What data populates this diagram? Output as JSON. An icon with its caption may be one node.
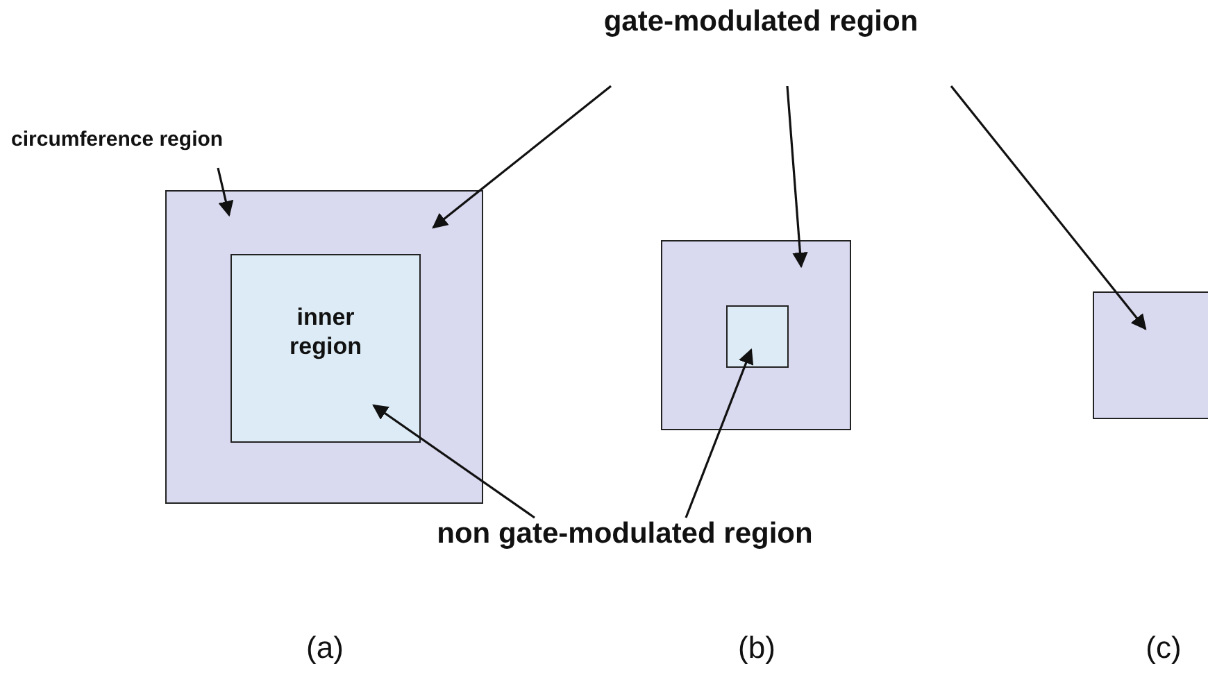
{
  "diagram": {
    "nodes": [
      {
        "text": [
          "gate-modulated region"
        ]
      },
      {
        "text": [
          "circumference region"
        ]
      },
      {
        "text": [],
        "shape": "box"
      },
      {
        "text": [
          "inner region"
        ],
        "in": 2
      },
      {
        "text": [],
        "shape": "box"
      },
      {
        "text": [],
        "shape": "box",
        "in": 4
      },
      {
        "text": [],
        "shape": "box"
      },
      {
        "text": [
          "non gate-modulated region"
        ]
      }
    ],
    "edges": [
      {
        "from": 0,
        "to": 2,
        "arrow": "to"
      },
      {
        "from": 0,
        "to": 4,
        "arrow": "to"
      },
      {
        "from": 0,
        "to": 6,
        "arrow": "to"
      },
      {
        "from": 1,
        "to": 2,
        "arrow": "to"
      },
      {
        "from": 7,
        "to": 3,
        "arrow": "to"
      },
      {
        "from": 7,
        "to": 5,
        "arrow": "to"
      }
    ],
    "labels": [
      "(a)",
      "(b)",
      "(c)"
    ]
  }
}
